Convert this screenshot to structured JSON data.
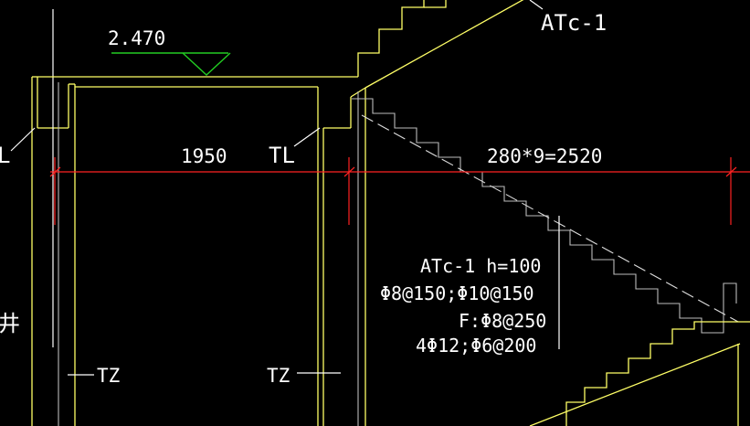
{
  "labels": {
    "elevation": "2.470",
    "stair_top": "ATc-1",
    "beam_left": "L",
    "beam_tl": "TL",
    "dim_left": "1950",
    "dim_right": "280*9=2520",
    "stair_spec": "ATc-1 h=100",
    "rebar_1": "Φ8@150;Φ10@150",
    "rebar_2": "F:Φ8@250",
    "rebar_3": "4Φ12;Φ6@200",
    "column_left": "TZ",
    "column_mid": "TZ",
    "partial_char": "井"
  },
  "colors": {
    "background": "#000000",
    "structure": "#ffff66",
    "dimension": "#ff2222",
    "elevation_mark": "#22cc22",
    "text": "#ffffff"
  }
}
